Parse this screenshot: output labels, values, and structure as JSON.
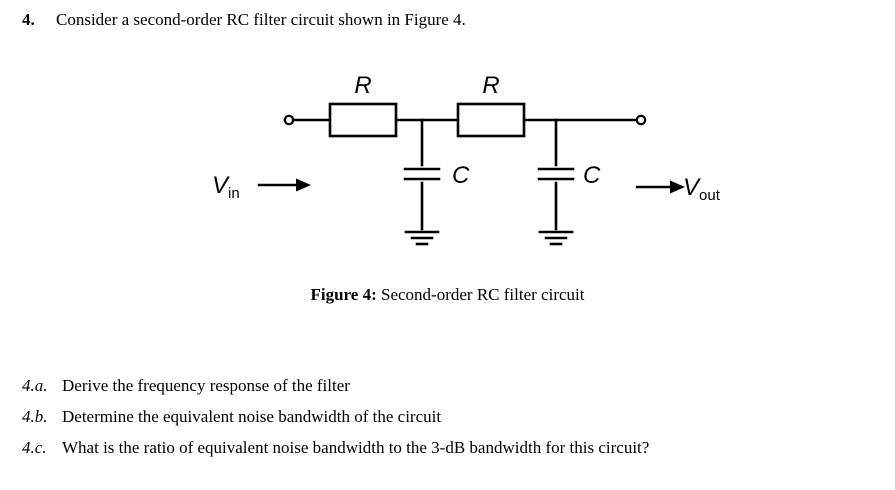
{
  "question": {
    "number": "4.",
    "text": "Consider a second-order RC filter circuit shown in Figure 4."
  },
  "figure": {
    "caption_label": "Figure 4:",
    "caption_text": "Second-order RC filter circuit",
    "input_label_main": "V",
    "input_label_sub": "in",
    "output_label_main": "V",
    "output_label_sub": "out",
    "resistor1_label": "R",
    "resistor2_label": "R",
    "capacitor1_label": "C",
    "capacitor2_label": "C",
    "line_color": "#000000",
    "fill_color": "#ffffff"
  },
  "subquestions": [
    {
      "label": "4.a.",
      "text": "Derive the frequency response of the filter"
    },
    {
      "label": "4.b.",
      "text": "Determine the equivalent noise bandwidth of the circuit"
    },
    {
      "label": "4.c.",
      "text": "What is the ratio of equivalent noise bandwidth to the 3-dB bandwidth for this circuit?"
    }
  ]
}
